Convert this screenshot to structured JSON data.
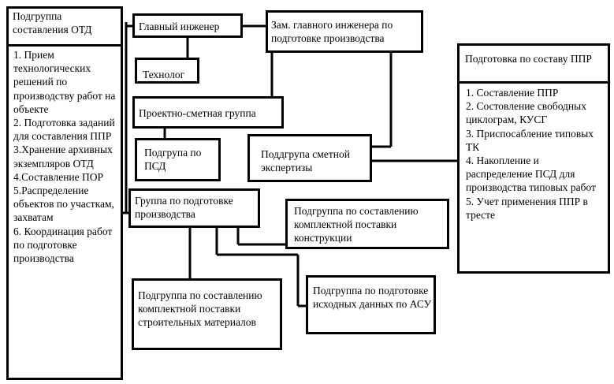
{
  "boxes": {
    "otd_group": {
      "title": "Подгруппа составления ОТД",
      "items": [
        "1. Прием технологических решений по производству работ на объекте",
        "2. Подготовка заданий для составления ППР",
        "3.Хранение архивных экземпляров ОТД",
        "4.Составление ПОР",
        "5.Распределение объектов по участкам, захватам",
        "6. Координация работ по подготовке производства"
      ]
    },
    "chief_engineer": {
      "label": "Главный инженер"
    },
    "technologist": {
      "label": "Технолог"
    },
    "deputy_chief_engineer": {
      "label": "Зам. главного инженера по подготовке производства"
    },
    "design_estimate_group": {
      "label": "Проектно-сметная группа"
    },
    "psd_subgroup": {
      "label": "Подгрупа по ПСД"
    },
    "estimate_review_subgroup": {
      "label": "Поддгрупа сметной экспертизы"
    },
    "production_prep_group": {
      "label": "Группа по подготовке производства"
    },
    "construction_supply_subgroup": {
      "label": "Подгруппа по составлению комплектной поставки конструкции"
    },
    "materials_supply_subgroup": {
      "label": "Подгруппа по составлению комплектной поставки строительных материалов"
    },
    "asu_data_subgroup": {
      "label": "Подгруппа по подготовке исходных данных по АСУ"
    },
    "ppr_prep": {
      "title": "Подготовка по составу ППР",
      "items": [
        "1. Составление ППР",
        "2. Состовление свободных циклограм, КУСГ",
        "3. Приспосабление типовых ТК",
        "4. Накопление и распределение ПСД для производства типовых работ",
        "5. Учет применения ППР в тресте"
      ]
    }
  }
}
